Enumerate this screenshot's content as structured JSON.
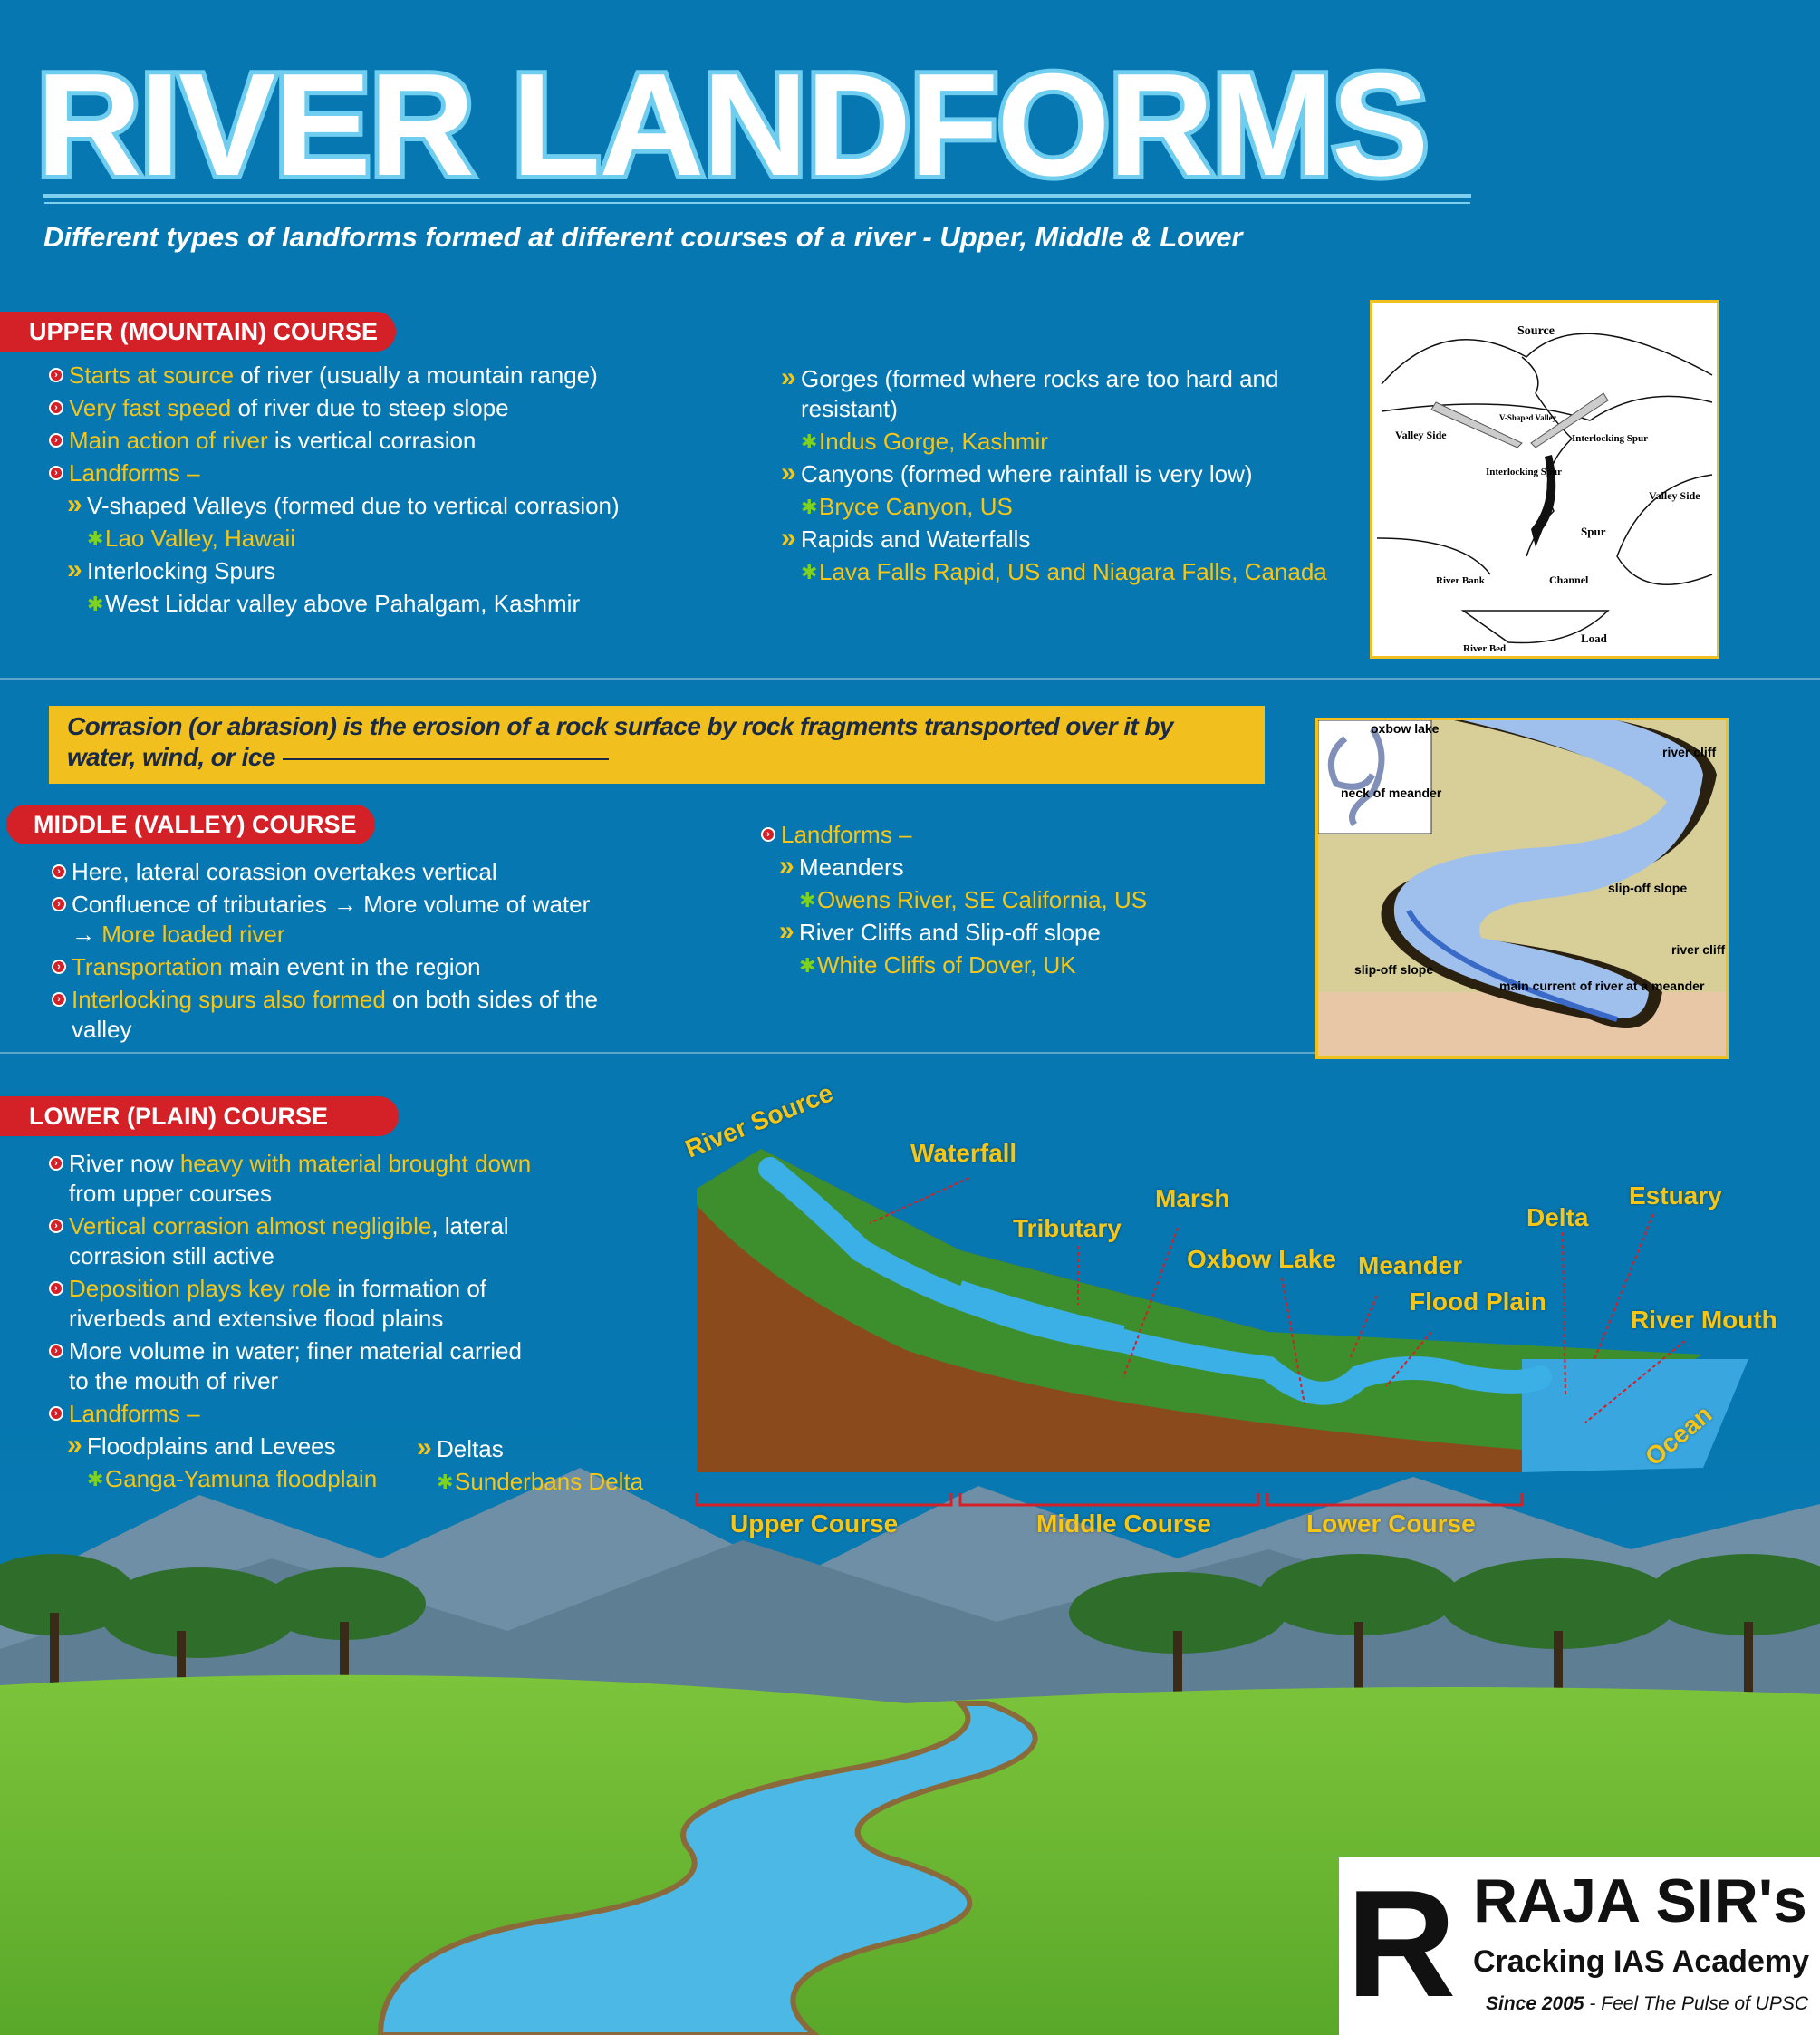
{
  "title": "RIVER LANDFORMS",
  "subtitle": "Different types of landforms formed at different courses of a river - Upper, Middle & Lower",
  "colors": {
    "background": "#0677b0",
    "highlight": "#f5c518",
    "header": "#d42027",
    "example_marker": "#7ed321",
    "definition_box": "#f2c01e"
  },
  "upper": {
    "header": "UPPER (MOUNTAIN) COURSE",
    "left": [
      {
        "k": "b",
        "parts": [
          {
            "t": "Starts at source",
            "h": true
          },
          {
            "t": " of river (usually a mountain range)"
          }
        ]
      },
      {
        "k": "b",
        "parts": [
          {
            "t": "Very fast speed",
            "h": true
          },
          {
            "t": " of river due to steep slope"
          }
        ]
      },
      {
        "k": "b",
        "parts": [
          {
            "t": "Main action of river",
            "h": true
          },
          {
            "t": " is vertical corrasion"
          }
        ]
      },
      {
        "k": "b",
        "parts": [
          {
            "t": "Landforms –",
            "h": true
          }
        ]
      },
      {
        "k": "s",
        "parts": [
          {
            "t": "V-shaped Valleys (formed due to vertical corrasion)"
          }
        ]
      },
      {
        "k": "e",
        "parts": [
          {
            "t": "Lao Valley, Hawaii",
            "h": true
          }
        ]
      },
      {
        "k": "s",
        "parts": [
          {
            "t": "Interlocking Spurs"
          }
        ]
      },
      {
        "k": "e",
        "parts": [
          {
            "t": "West Liddar valley above Pahalgam, Kashmir"
          }
        ]
      }
    ],
    "right": [
      {
        "k": "s",
        "parts": [
          {
            "t": "Gorges (formed where rocks are too hard and resistant)"
          }
        ]
      },
      {
        "k": "e",
        "parts": [
          {
            "t": "Indus Gorge, Kashmir",
            "h": true
          }
        ]
      },
      {
        "k": "s",
        "parts": [
          {
            "t": "Canyons (formed where rainfall is very low)"
          }
        ]
      },
      {
        "k": "e",
        "parts": [
          {
            "t": "Bryce Canyon, US",
            "h": true
          }
        ]
      },
      {
        "k": "s",
        "parts": [
          {
            "t": "Rapids and Waterfalls"
          }
        ]
      },
      {
        "k": "e",
        "parts": [
          {
            "t": "Lava Falls Rapid, US and Niagara Falls, Canada",
            "h": true
          }
        ]
      }
    ],
    "diagram_labels": {
      "source": "Source",
      "v_valley": "V-Shaped Valley",
      "valley_side_left": "Valley Side",
      "interlocking_spur_right": "Interlocking Spur",
      "interlocking_spur_mid": "Interlocking Spur",
      "valley_side_right": "Valley Side",
      "spur": "Spur",
      "river_bank": "River Bank",
      "channel": "Channel",
      "load": "Load",
      "river_bed": "River Bed"
    }
  },
  "definition": "Corrasion (or abrasion) is the erosion of a rock surface by rock fragments transported over it by water, wind, or ice",
  "middle": {
    "header": "MIDDLE (VALLEY) COURSE",
    "left": [
      {
        "k": "b",
        "parts": [
          {
            "t": "Here, lateral corassion overtakes vertical"
          }
        ]
      },
      {
        "k": "b",
        "parts": [
          {
            "t": "Confluence of tributaries → More volume of water → "
          },
          {
            "t": "More loaded river",
            "h": true
          }
        ]
      },
      {
        "k": "b",
        "parts": [
          {
            "t": "Transportation",
            "h": true
          },
          {
            "t": " main event in the region"
          }
        ]
      },
      {
        "k": "b",
        "parts": [
          {
            "t": "Interlocking spurs also formed",
            "h": true
          },
          {
            "t": " on both sides of the valley"
          }
        ]
      }
    ],
    "right": [
      {
        "k": "b",
        "parts": [
          {
            "t": "Landforms –",
            "h": true
          }
        ]
      },
      {
        "k": "s",
        "parts": [
          {
            "t": "Meanders"
          }
        ]
      },
      {
        "k": "e",
        "parts": [
          {
            "t": "Owens River, SE California, US",
            "h": true
          }
        ]
      },
      {
        "k": "s",
        "parts": [
          {
            "t": "River Cliffs and Slip-off slope"
          }
        ]
      },
      {
        "k": "e",
        "parts": [
          {
            "t": "White Cliffs of Dover, UK",
            "h": true
          }
        ]
      }
    ],
    "diagram_labels": {
      "oxbow": "oxbow lake",
      "neck": "neck of meander",
      "cliff1": "river cliff",
      "slip1": "slip-off slope",
      "cliff2": "river cliff",
      "slip2": "slip-off slope",
      "current": "main current of river at a meander"
    }
  },
  "lower": {
    "header": "LOWER (PLAIN) COURSE",
    "left": [
      {
        "k": "b",
        "parts": [
          {
            "t": "River now "
          },
          {
            "t": "heavy with material brought down",
            "h": true
          },
          {
            "t": " from upper courses"
          }
        ]
      },
      {
        "k": "b",
        "parts": [
          {
            "t": "Vertical corrasion almost negligible",
            "h": true
          },
          {
            "t": ", lateral corrasion still active"
          }
        ]
      },
      {
        "k": "b",
        "parts": [
          {
            "t": "Deposition plays key role",
            "h": true
          },
          {
            "t": " in formation of riverbeds and extensive flood plains"
          }
        ]
      },
      {
        "k": "b",
        "parts": [
          {
            "t": "More volume in water; finer material carried to the mouth of river"
          }
        ]
      },
      {
        "k": "b",
        "parts": [
          {
            "t": "Landforms –",
            "h": true
          }
        ]
      },
      {
        "k": "s",
        "parts": [
          {
            "t": "Floodplains and Levees"
          }
        ]
      },
      {
        "k": "e",
        "parts": [
          {
            "t": "Ganga-Yamuna floodplain",
            "h": true
          }
        ]
      }
    ],
    "right": [
      {
        "k": "s",
        "parts": [
          {
            "t": "Deltas"
          }
        ]
      },
      {
        "k": "e",
        "parts": [
          {
            "t": "Sunderbans Delta",
            "h": true
          }
        ]
      }
    ],
    "diagram_labels": {
      "source": "River Source",
      "waterfall": "Waterfall",
      "tributary": "Tributary",
      "marsh": "Marsh",
      "oxbow": "Oxbow Lake",
      "meander": "Meander",
      "floodplain": "Flood Plain",
      "delta": "Delta",
      "estuary": "Estuary",
      "mouth": "River Mouth",
      "ocean": "Ocean",
      "upper": "Upper Course",
      "middle": "Middle Course",
      "lower": "Lower Course"
    }
  },
  "logo": {
    "name": "RAJA SIR's",
    "line2": "Cracking IAS Academy",
    "tagline_bold": "Since 2005",
    "tagline": " - Feel The Pulse of UPSC"
  }
}
